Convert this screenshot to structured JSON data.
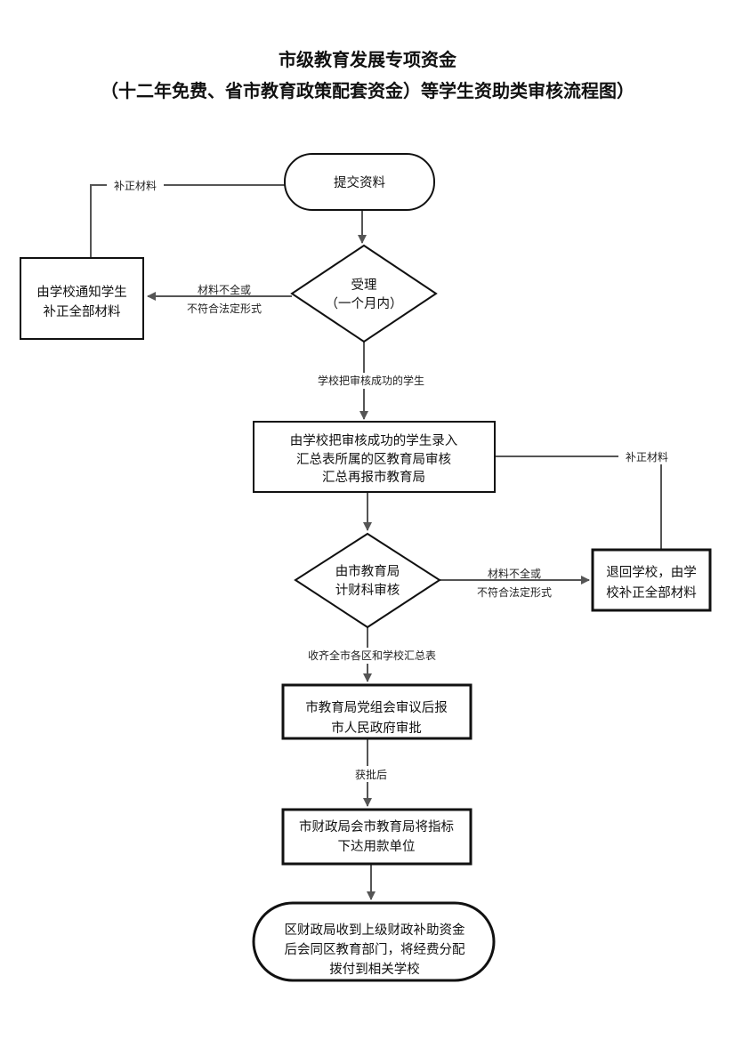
{
  "title": {
    "line1": "市级教育发展专项资金",
    "line2": "（十二年免费、省市教育政策配套资金）等学生资助类审核流程图）"
  },
  "nodes": {
    "submit": "提交资料",
    "accept": [
      "受理",
      "（一个月内）"
    ],
    "notify_student": [
      "由学校通知学生",
      "补正全部材料"
    ],
    "school_entry": [
      "由学校把审核成功的学生录入",
      "汇总表所属的区教育局审核",
      "汇总再报市教育局"
    ],
    "finance_review": [
      "由市教育局",
      "计财科审核"
    ],
    "return_school": [
      "退回学校，由学",
      "校补正全部材料"
    ],
    "party_meeting": [
      "市教育局党组会审议后报",
      "市人民政府审批"
    ],
    "issue_quota": [
      "市财政局会市教育局将指标",
      "下达用款单位"
    ],
    "district_allocate": [
      "区财政局收到上级财政补助资金",
      "后会同区教育部门，将经费分配",
      "拨付到相关学校"
    ]
  },
  "edges": {
    "supplement_1": "补正材料",
    "incomplete_1": [
      "材料不全或",
      "不符合法定形式"
    ],
    "successful_students": "学校把审核成功的学生",
    "supplement_2": "补正材料",
    "incomplete_2": [
      "材料不全或",
      "不符合法定形式"
    ],
    "collect_all": "收齐全市各区和学校汇总表",
    "after_approval": "获批后"
  }
}
